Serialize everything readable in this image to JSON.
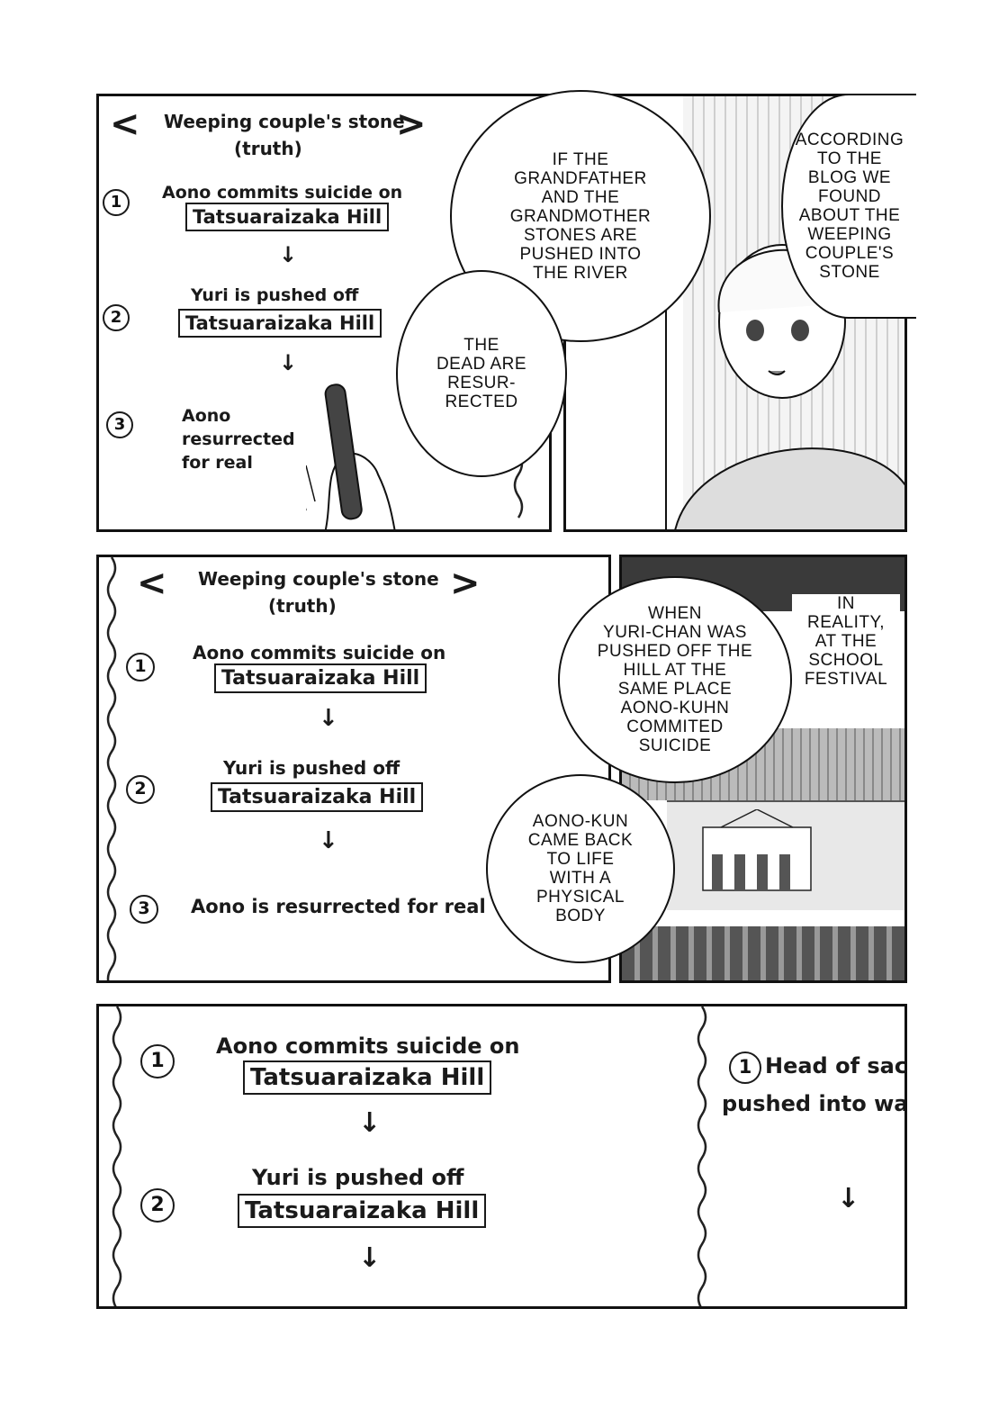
{
  "panel1": {
    "note_title": "Weeping couple's stone",
    "note_subtitle": "(truth)",
    "step1_num": "1",
    "step1_text": "Aono commits suicide on",
    "step1_box": "Tatsuaraizaka Hill",
    "step2_num": "2",
    "step2_text": "Yuri is pushed off",
    "step2_box": "Tatsuaraizaka Hill",
    "step3_num": "3",
    "step3_text_line1": "Aono",
    "step3_text_line2": "resurrected",
    "step3_text_line3": "for real",
    "bubble_top": "IF THE\nGRANDFATHER\nAND THE\nGRANDMOTHER\nSTONES ARE\nPUSHED INTO\nTHE RIVER",
    "bubble_bottom": "THE\nDEAD ARE\nRESUR-\nRECTED",
    "bubble_right": "ACCORDING\nTO THE\nBLOG WE\nFOUND\nABOUT THE\nWEEPING\nCOUPLE'S\nSTONE"
  },
  "panel2": {
    "note_title": "Weeping couple's stone",
    "note_subtitle": "(truth)",
    "step1_num": "1",
    "step1_text": "Aono commits suicide on",
    "step1_box": "Tatsuaraizaka Hill",
    "step2_num": "2",
    "step2_text": "Yuri is pushed off",
    "step2_box": "Tatsuaraizaka Hill",
    "step3_num": "3",
    "step3_text": "Aono is resurrected for real",
    "bubble_top": "WHEN\nYURI-CHAN WAS\nPUSHED OFF THE\nHILL AT THE\nSAME PLACE\nAONO-KUHN\nCOMMITED\nSUICIDE",
    "bubble_bottom": "AONO-KUN\nCAME BACK\nTO LIFE\nWITH A\nPHYSICAL\nBODY",
    "caption": "IN\nREALITY,\nAT THE\nSCHOOL\nFESTIVAL"
  },
  "panel3": {
    "step1_num": "1",
    "step1_text": "Aono commits suicide on",
    "step1_box": "Tatsuaraizaka Hill",
    "step2_num": "2",
    "step2_text": "Yuri is pushed off",
    "step2_box": "Tatsuaraizaka Hill",
    "right_num": "1",
    "right_line1": "Head of sac",
    "right_line2": "pushed into wa"
  },
  "icons": {
    "left": "chevron-left-icon",
    "right": "chevron-right-icon",
    "down": "down-arrow-icon"
  },
  "colors": {
    "ink": "#111111",
    "paper": "#ffffff",
    "tone": "#d9d9d9"
  }
}
